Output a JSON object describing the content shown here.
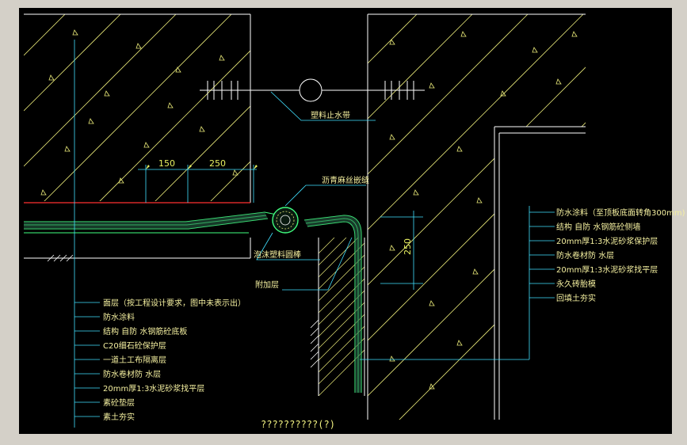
{
  "drawing": {
    "colors": {
      "background": "#000000",
      "frame": "#d4d0c8",
      "hatch": "#e8e878",
      "outline": "#ffffff",
      "leader": "#40e0ff",
      "membrane": "#40ff80",
      "waterline": "#ff3030",
      "text": "#f5f0a0"
    },
    "dimensions": {
      "d150": "150",
      "d250": "250",
      "d250_vertical": "250"
    },
    "labels": {
      "waterstop": "塑料止水带",
      "sealant": "沥青麻丝嵌缝",
      "foam_rod": "泡沫塑料圆棒",
      "additional_layer": "附加层"
    },
    "left_layers": [
      "面层（按工程设计要求，图中未表示出）",
      "防水涂料",
      "结构 自防 水钢筋砼底板",
      "C20细石砼保护层",
      "一道土工布隔离层",
      "防水卷材防 水层",
      "20mm厚1:3水泥砂浆找平层",
      "素砼垫层",
      "素土夯实"
    ],
    "right_layers": [
      "防水涂料（至顶板底面转角300mm)",
      "结构 自防 水钢筋砼侧墙",
      "20mm厚1:3水泥砂浆保护层",
      "防水卷材防 水层",
      "20mm厚1:3水泥砂浆找平层",
      "永久砖胎模",
      "回填土夯实"
    ],
    "title": "??????????(?)"
  }
}
